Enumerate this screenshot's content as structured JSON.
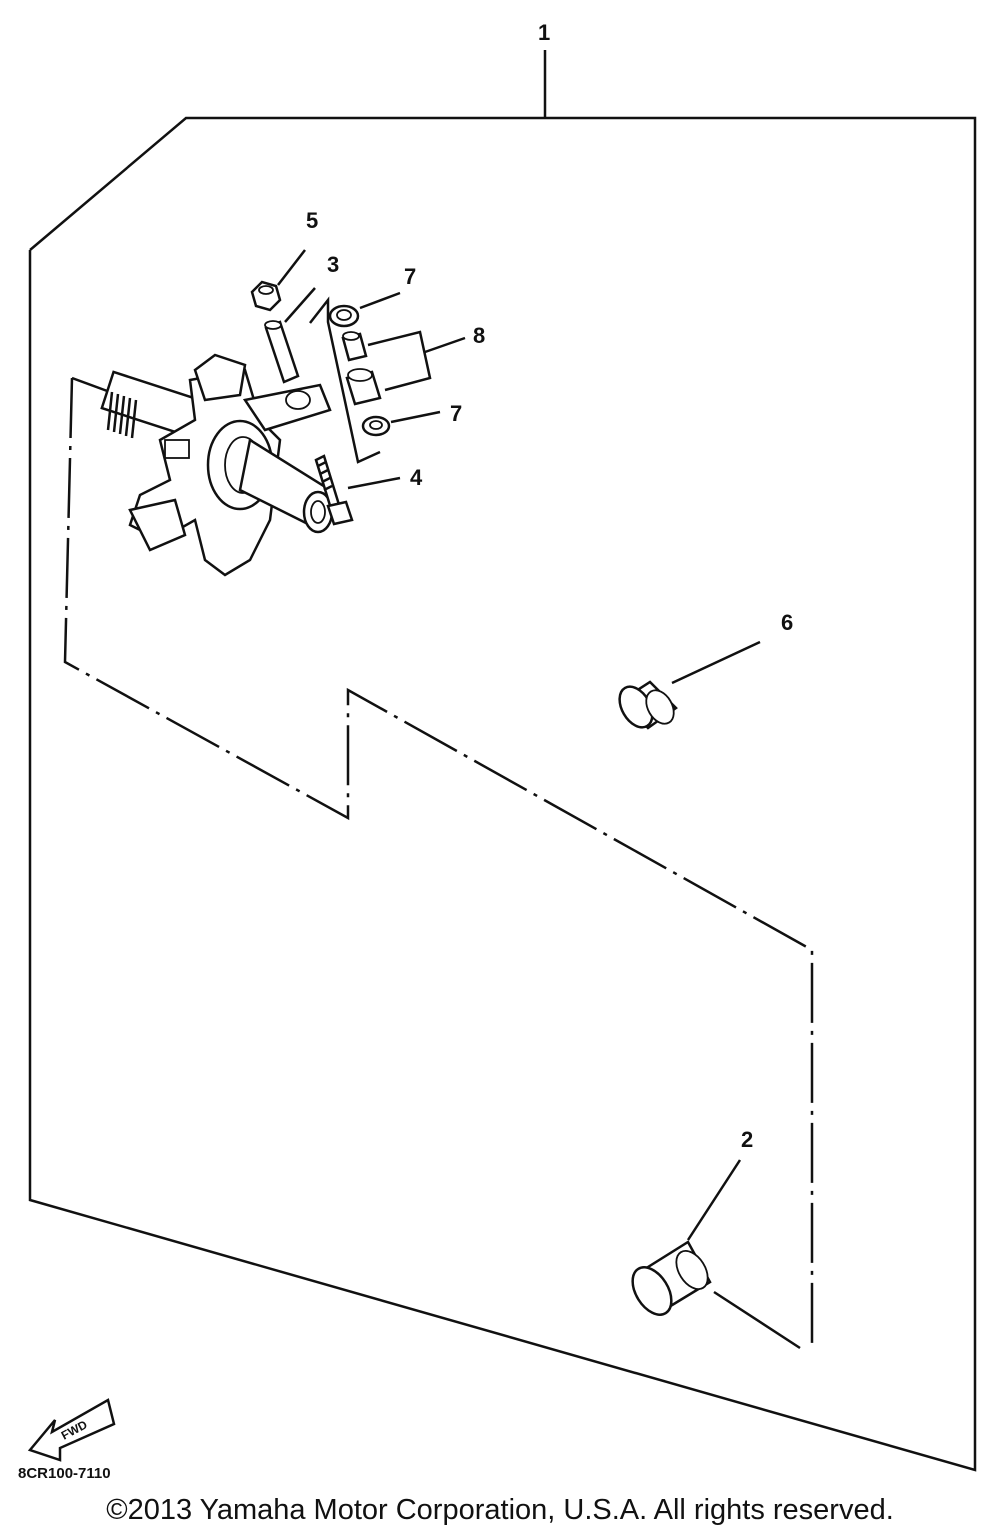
{
  "callouts": {
    "c1": "1",
    "c2": "2",
    "c3": "3",
    "c4": "4",
    "c5": "5",
    "c6": "6",
    "c7a": "7",
    "c7b": "7",
    "c8": "8"
  },
  "diagram_code": "8CR100-7110",
  "fwd_label": "FWD",
  "copyright": "©2013 Yamaha Motor Corporation, U.S.A. All rights reserved.",
  "icons": {
    "fwd_arrow": "fwd-arrow-icon"
  }
}
